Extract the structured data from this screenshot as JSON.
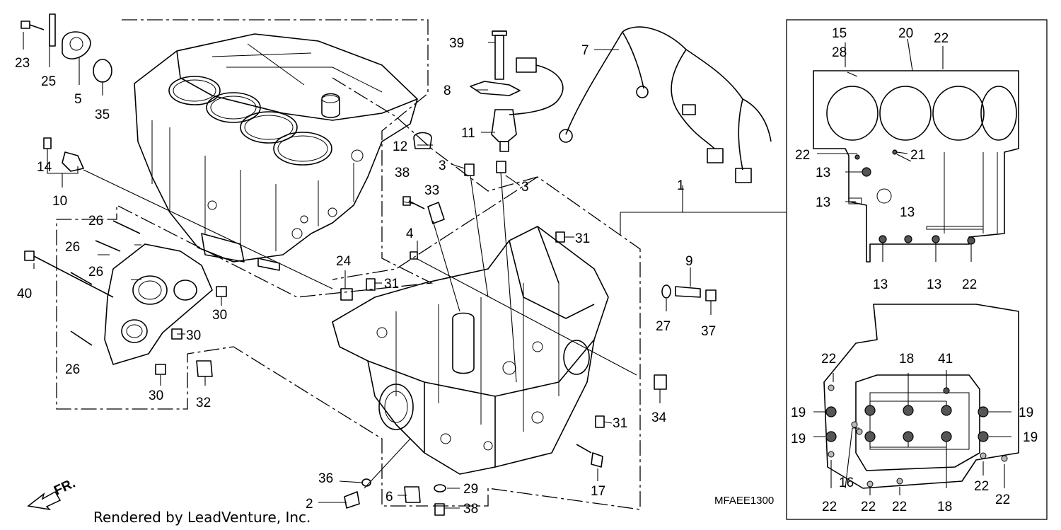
{
  "diagram_id": "MFAEE1300",
  "credit": "Rendered by LeadVenture, Inc.",
  "direction_label": "FR.",
  "callouts": {
    "p1": "1",
    "p2": "2",
    "p3a": "3",
    "p3b": "3",
    "p4": "4",
    "p5": "5",
    "p6": "6",
    "p7": "7",
    "p8": "8",
    "p9": "9",
    "p10": "10",
    "p11": "11",
    "p12": "12",
    "p13a": "13",
    "p13b": "13",
    "p13c": "13",
    "p13d": "13",
    "p13e": "13",
    "p14": "14",
    "p15": "15",
    "p16": "16",
    "p17": "17",
    "p18a": "18",
    "p18b": "18",
    "p19a": "19",
    "p19b": "19",
    "p19c": "19",
    "p19d": "19",
    "p20": "20",
    "p21": "21",
    "p22a": "22",
    "p22b": "22",
    "p22c": "22",
    "p22d": "22",
    "p22e": "22",
    "p22f": "22",
    "p22g": "22",
    "p22h": "22",
    "p22i": "22",
    "p23": "23",
    "p24": "24",
    "p25": "25",
    "p26a": "26",
    "p26b": "26",
    "p26c": "26",
    "p26d": "26",
    "p27": "27",
    "p28": "28",
    "p29": "29",
    "p30a": "30",
    "p30b": "30",
    "p30c": "30",
    "p31a": "31",
    "p31b": "31",
    "p31c": "31",
    "p32": "32",
    "p33": "33",
    "p34": "34",
    "p35": "35",
    "p36": "36",
    "p37": "37",
    "p38a": "38",
    "p38b": "38",
    "p39": "39",
    "p40": "40",
    "p41": "41"
  }
}
